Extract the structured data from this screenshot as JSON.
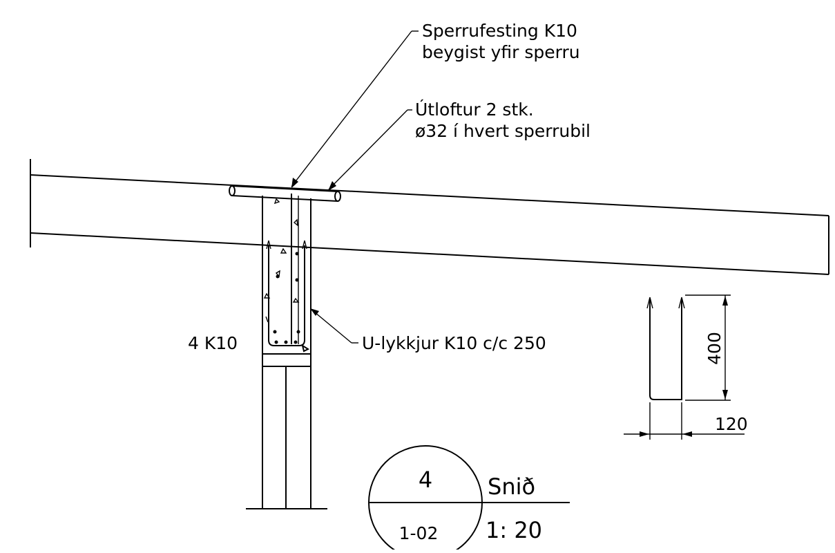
{
  "annotations": {
    "rafter_fixing_line1": "Sperrufesting K10",
    "rafter_fixing_line2": "beygist yfir sperru",
    "vent_line1": "Útloftur 2 stk.",
    "vent_line2": "ø32 í hvert sperrubil",
    "u_loops": "U-lykkjur K10 c/c 250",
    "rebar_count": "4 K10"
  },
  "dimensions": {
    "height": "400",
    "width": "120"
  },
  "section_tag": {
    "number": "4",
    "sheet": "1-02",
    "title": "Snið",
    "scale": "1: 20"
  },
  "colors": {
    "line": "#000000",
    "background": "#ffffff"
  }
}
